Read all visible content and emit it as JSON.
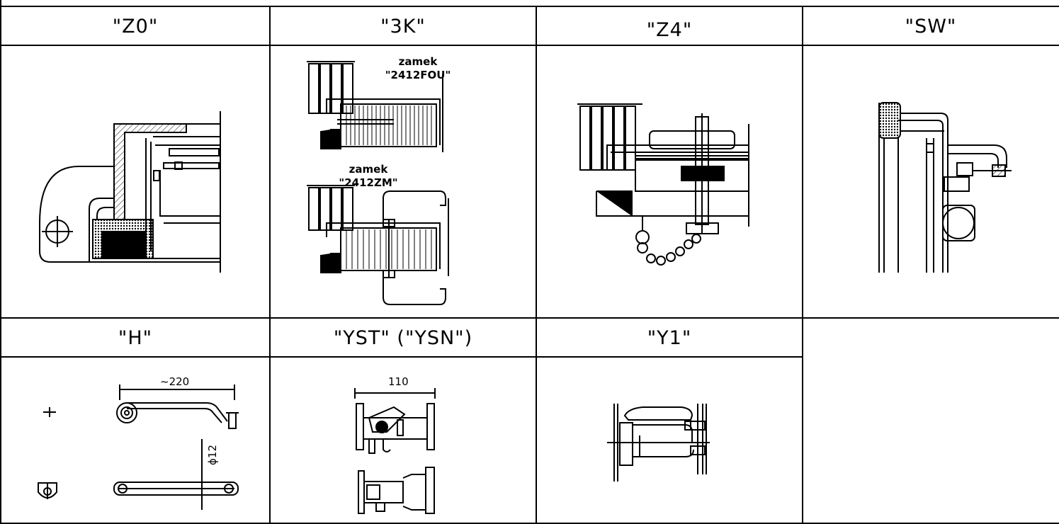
{
  "headers_row1": [
    "\"Z0\"",
    "\"3K\"",
    "\"Z4\"",
    "\"SW\""
  ],
  "headers_row2": [
    "\"H\"",
    "\"YST\" (\"YSN\")",
    "\"Y1\""
  ],
  "labels": {
    "lock1_a": "zamek",
    "lock1_b": "\"2412FOU\"",
    "lock2_a": "zamek",
    "lock2_b": "\"2412ZM\""
  },
  "dimensions": {
    "h_length": "~220",
    "h_diameter": "ϕ12",
    "yst_width": "110"
  }
}
